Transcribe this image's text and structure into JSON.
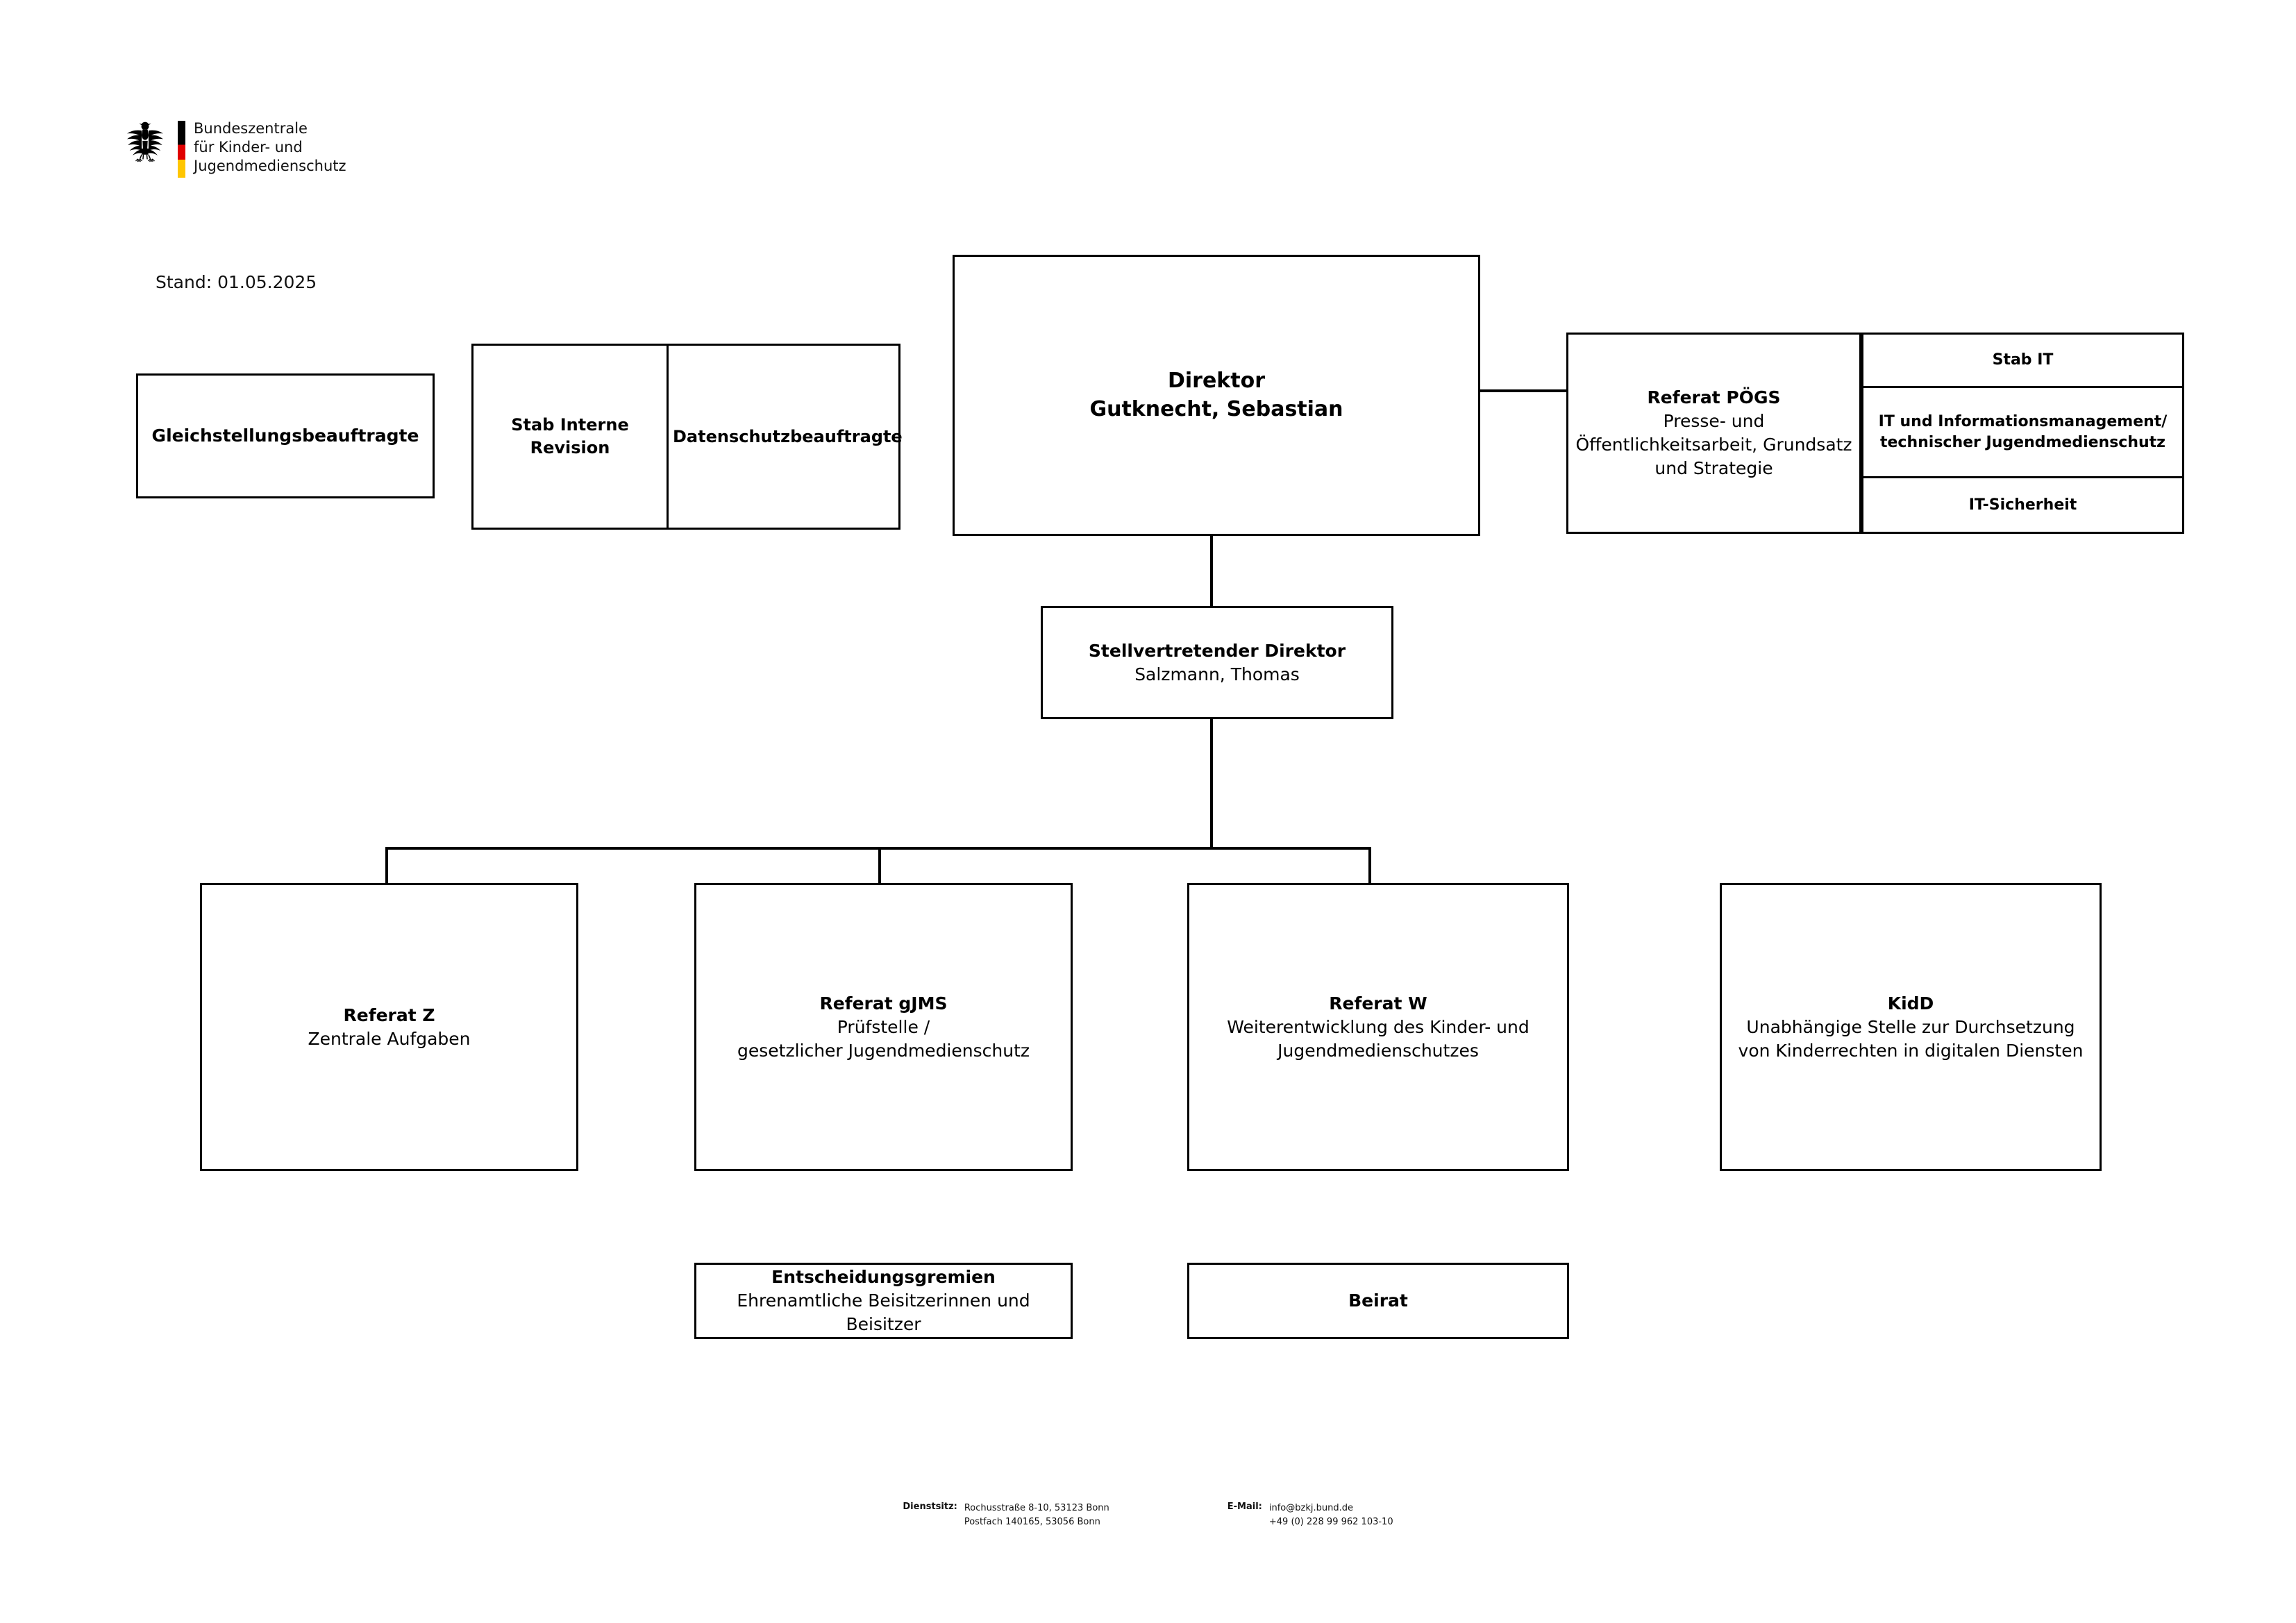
{
  "header": {
    "logo_line1": "Bundeszentrale",
    "logo_line2": "für Kinder- und",
    "logo_line3": "Jugendmedienschutz",
    "logo_alt": "bundesadler-eagle-icon",
    "stand": "Stand: 01.05.2025"
  },
  "colors": {
    "flag_black": "#000000",
    "flag_red": "#e00000",
    "flag_gold": "#ffc600",
    "border": "#000000",
    "background": "#ffffff",
    "text": "#000000"
  },
  "boxes": {
    "gleichstellung": {
      "title": "Gleichstellungsbeauftragte",
      "subtitle": ""
    },
    "stab_interne_revision": {
      "title": "Stab Interne\nRevision",
      "subtitle": ""
    },
    "datenschutz": {
      "title": "Datenschutzbeauftragte",
      "subtitle": ""
    },
    "direktor": {
      "title": "Direktor",
      "subtitle": "Gutknecht, Sebastian"
    },
    "referat_poegs": {
      "title": "Referat PÖGS",
      "subtitle": "Presse- und\nÖffentlichkeitsarbeit, Grundsatz\nund Strategie"
    },
    "stab_it": {
      "title": "Stab IT",
      "subtitle": ""
    },
    "it_informationsmanagement": {
      "title": "IT und Informationsmanagement/\ntechnischer Jugendmedienschutz",
      "subtitle": ""
    },
    "it_sicherheit": {
      "title": "IT-Sicherheit",
      "subtitle": ""
    },
    "stellv_direktor": {
      "title": "Stellvertretender Direktor",
      "subtitle": "Salzmann, Thomas"
    },
    "referat_z": {
      "title": "Referat Z",
      "subtitle": "Zentrale Aufgaben"
    },
    "referat_gjms": {
      "title": "Referat gJMS",
      "subtitle": "Prüfstelle /\ngesetzlicher Jugendmedienschutz"
    },
    "referat_w": {
      "title": "Referat W",
      "subtitle": "Weiterentwicklung des Kinder- und\nJugendmedienschutzes"
    },
    "kidd": {
      "title": "KidD",
      "subtitle": "Unabhängige Stelle zur Durchsetzung\nvon Kinderrechten in digitalen Diensten"
    },
    "entscheidungsgremien": {
      "title": "Entscheidungsgremien",
      "subtitle": "Ehrenamtliche Beisitzerinnen und\nBeisitzer"
    },
    "beirat": {
      "title": "Beirat",
      "subtitle": ""
    }
  },
  "footer": {
    "dienstsitz_label": "Dienstsitz:",
    "dienstsitz_value": "Rochusstraße 8-10, 53123 Bonn\nPostfach 140165, 53056 Bonn",
    "email_label": "E-Mail:",
    "email_value": "info@bzkj.bund.de\n+49 (0) 228 99 962 103-10"
  }
}
